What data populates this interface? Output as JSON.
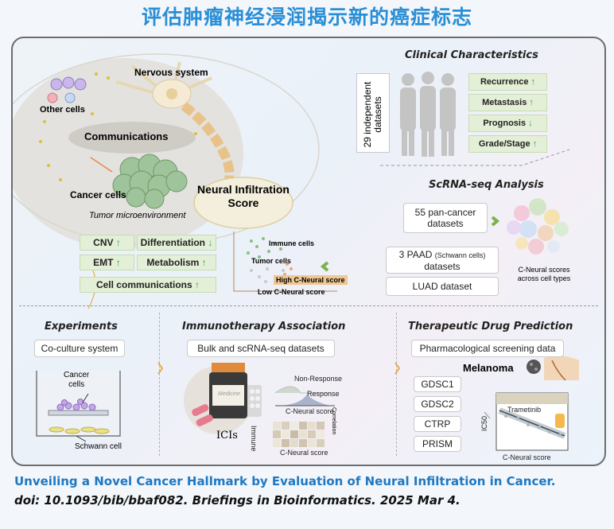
{
  "title": "评估肿瘤神经浸润揭示新的癌症标志",
  "tme": {
    "nervous_system": "Nervous system",
    "other_cells": "Other cells",
    "communications": "Communications",
    "cancer_cells": "Cancer cells",
    "tumor_microenvironment": "Tumor microenvironment",
    "nis_line1": "Neural Infiltration",
    "nis_line2": "Score"
  },
  "features": {
    "cnv": "CNV",
    "differentiation": "Differentiation",
    "emt": "EMT",
    "metabolism": "Metabolism",
    "cell_communications": "Cell  communications"
  },
  "score_panel": {
    "immune_cells": "Immune cells",
    "tumor_cells": "Tumor cells",
    "high": "High C-Neural score",
    "low": "Low C-Neural score"
  },
  "clinical": {
    "heading": "Clinical Characteristics",
    "datasets": "29 independent datasets",
    "recurrence": "Recurrence",
    "metastasis": "Metastasis",
    "prognosis": "Prognosis",
    "grade": "Grade/Stage"
  },
  "scrna": {
    "heading": "ScRNA-seq Analysis",
    "pancancer_line1": "55 pan-cancer",
    "pancancer_line2": "datasets",
    "paad_prefix": "3 PAAD",
    "paad_small": "(Schwann cells)",
    "paad_line2": "datasets",
    "luad": "LUAD dataset",
    "scores_line1": "C-Neural scores",
    "scores_line2": "across cell types"
  },
  "experiments": {
    "heading": "Experiments",
    "coculture": "Co-culture system",
    "cancer_line1": "Cancer",
    "cancer_line2": "cells",
    "schwann": "Schwann cell"
  },
  "immuno": {
    "heading": "Immunotherapy Association",
    "bulk": "Bulk and scRNA-seq datasets",
    "nonresponse": "Non-Response",
    "response": "Response",
    "cneural1": "C-Neural score",
    "icis": "ICIs",
    "immune": "Immune",
    "correlation": "Correlation",
    "cneural2": "C-Neural score",
    "bottle_label": "Medicine"
  },
  "drug": {
    "heading": "Therapeutic Drug Prediction",
    "screening": "Pharmacological screening data",
    "melanoma": "Melanoma",
    "db1": "GDSC1",
    "db2": "GDSC2",
    "db3": "CTRP",
    "db4": "PRISM",
    "trametinib": "Trametinib",
    "ic50": "IC50",
    "cneural": "C-Neural score"
  },
  "footer": {
    "line1": "Unveiling a Novel Cancer Hallmark by Evaluation of Neural Infiltration in Cancer.",
    "line2": "doi: 10.1093/bib/bbaf082. Briefings in Bioinformatics. 2025 Mar 4."
  },
  "colors": {
    "title_blue": "#2a8fd6",
    "footer_blue": "#1f78c1",
    "up_green": "#3aa05a",
    "feature_green": "#e3efd6"
  }
}
